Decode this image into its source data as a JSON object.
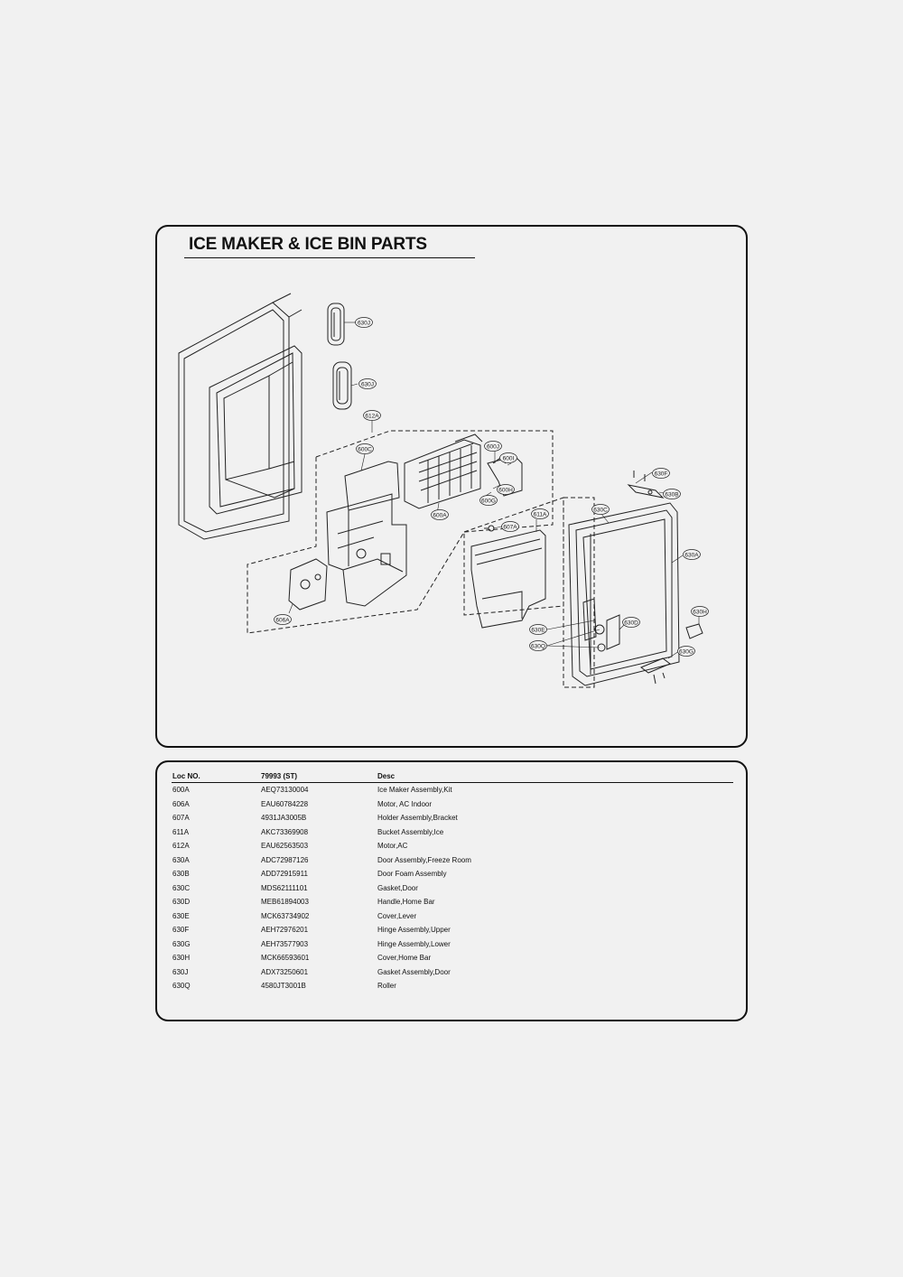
{
  "diagram": {
    "title": "ICE MAKER & ICE BIN PARTS",
    "callouts": [
      "630J",
      "630J",
      "612A",
      "600C",
      "600A",
      "600J",
      "600I",
      "600H",
      "600G",
      "607A",
      "611A",
      "606A",
      "630F",
      "630B",
      "630C",
      "630A",
      "630H",
      "630D",
      "630E",
      "630Q",
      "630G"
    ]
  },
  "parts_table": {
    "headers": [
      "Loc NO.",
      "79993 (ST)",
      "Desc"
    ],
    "rows": [
      [
        "600A",
        "AEQ73130004",
        "Ice Maker Assembly,Kit"
      ],
      [
        "606A",
        "EAU60784228",
        "Motor, AC Indoor"
      ],
      [
        "607A",
        "4931JA3005B",
        "Holder Assembly,Bracket"
      ],
      [
        "611A",
        "AKC73369908",
        "Bucket Assembly,Ice"
      ],
      [
        "612A",
        "EAU62563503",
        "Motor,AC"
      ],
      [
        "630A",
        "ADC72987126",
        "Door Assembly,Freeze Room"
      ],
      [
        "630B",
        "ADD72915911",
        "Door Foam Assembly"
      ],
      [
        "630C",
        "MDS62111101",
        "Gasket,Door"
      ],
      [
        "630D",
        "MEB61894003",
        "Handle,Home Bar"
      ],
      [
        "630E",
        "MCK63734902",
        "Cover,Lever"
      ],
      [
        "630F",
        "AEH72976201",
        "Hinge Assembly,Upper"
      ],
      [
        "630G",
        "AEH73577903",
        "Hinge Assembly,Lower"
      ],
      [
        "630H",
        "MCK66593601",
        "Cover,Home Bar"
      ],
      [
        "630J",
        "ADX73250601",
        "Gasket Assembly,Door"
      ],
      [
        "630Q",
        "4580JT3001B",
        "Roller"
      ]
    ]
  }
}
